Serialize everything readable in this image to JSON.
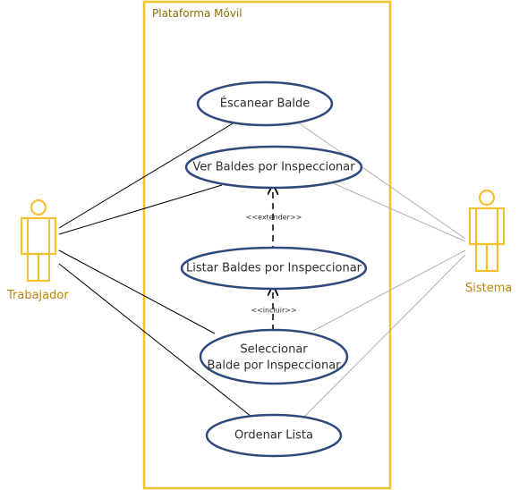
{
  "system": {
    "title": "Plataforma Móvil"
  },
  "actors": {
    "worker": {
      "name": "Trabajador"
    },
    "system": {
      "name": "Sistema"
    }
  },
  "use_cases": {
    "escanear": {
      "label": "Éscanear Balde"
    },
    "ver": {
      "label": "Ver Baldes por Inspeccionar"
    },
    "listar": {
      "label": "Listar Baldes por Inspeccionar"
    },
    "seleccionar": {
      "line1": "Seleccionar",
      "line2": "Balde por Inspeccionar"
    },
    "ordenar": {
      "label": "Ordenar Lista"
    }
  },
  "relations": {
    "extend": "<<extender>>",
    "include": "<<incluir>>"
  },
  "colors": {
    "boundary": "#f2c12e",
    "actor": "#f2c12e",
    "usecase_border": "#2e4a7d",
    "line": "#000000",
    "line_light": "#b0b0b0"
  }
}
